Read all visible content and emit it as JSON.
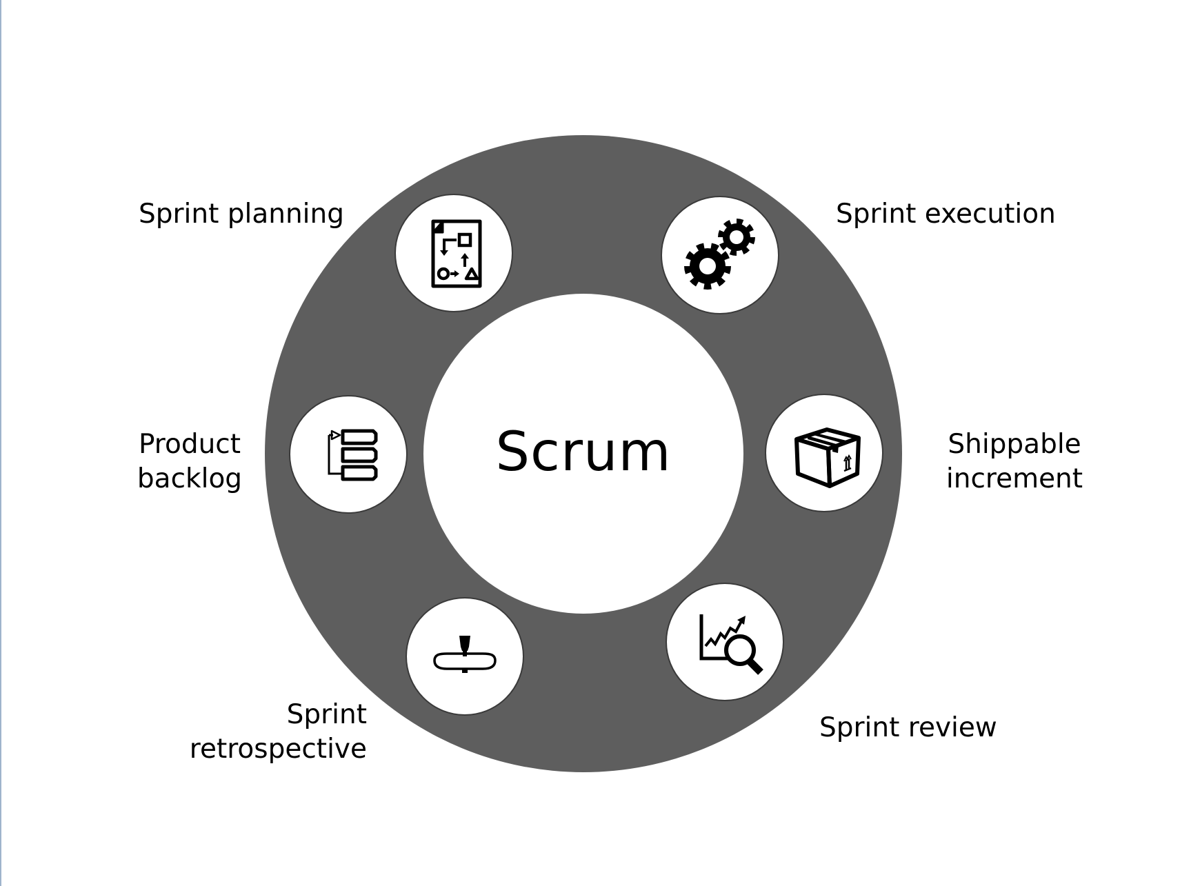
{
  "colors": {
    "ring": "#5e5e5e",
    "hub": "#ffffff",
    "node_fill": "#ffffff",
    "node_border": "#3a3a3a",
    "text": "#000000",
    "frame": "#9fb4cc"
  },
  "diagram": {
    "center_label": "Scrum",
    "stages": [
      {
        "id": "sprint-planning",
        "icon": "planning-document-icon",
        "lines": [
          "Sprint planning"
        ]
      },
      {
        "id": "sprint-execution",
        "icon": "gears-icon",
        "lines": [
          "Sprint execution"
        ]
      },
      {
        "id": "shippable-increment",
        "icon": "package-box-icon",
        "lines": [
          "Shippable",
          "increment"
        ]
      },
      {
        "id": "sprint-review",
        "icon": "chart-magnifier-icon",
        "lines": [
          "Sprint review"
        ]
      },
      {
        "id": "sprint-retrospective",
        "icon": "rearview-mirror-icon",
        "lines": [
          "Sprint",
          "retrospective"
        ]
      },
      {
        "id": "product-backlog",
        "icon": "backlog-list-icon",
        "lines": [
          "Product",
          "backlog"
        ]
      }
    ]
  }
}
